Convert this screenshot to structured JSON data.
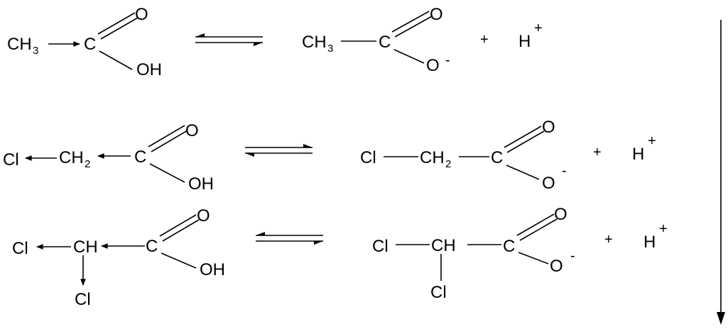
{
  "labels": {
    "CH3": "CH",
    "CH2": "CH",
    "CH": "CH",
    "sub_3": "3",
    "sub_2": "2",
    "C": "C",
    "O": "O",
    "OH": "OH",
    "O_anion": "O",
    "minus": "-",
    "plus": "+",
    "H": "H",
    "H_plus": "+",
    "Cl": "Cl"
  }
}
